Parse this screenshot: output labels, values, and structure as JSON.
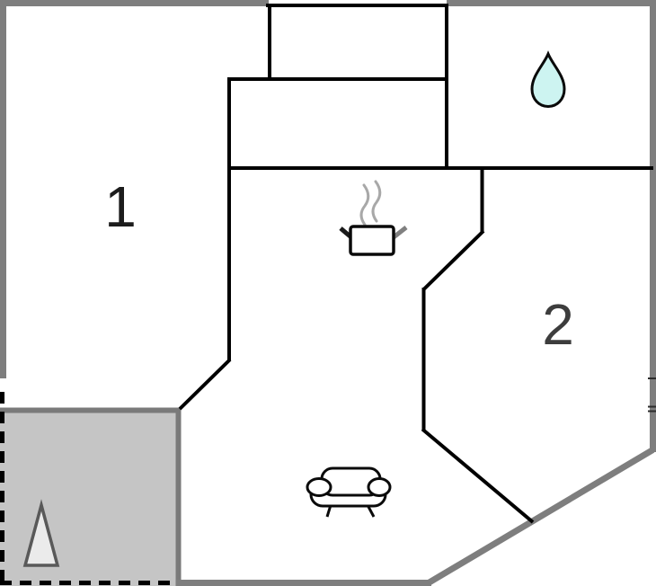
{
  "floorplan": {
    "type": "floor-plan",
    "rooms": [
      {
        "id": "room-1",
        "label": "1"
      },
      {
        "id": "room-2",
        "label": "2"
      }
    ],
    "areas": [
      {
        "id": "terrace",
        "style": "gray-dashed-area"
      }
    ],
    "icons": [
      {
        "name": "water-drop-icon",
        "location": "top-right-room"
      },
      {
        "name": "cooking-pot-icon",
        "location": "center-kitchen"
      },
      {
        "name": "sofa-icon",
        "location": "lower-center-living-area"
      },
      {
        "name": "tree-icon",
        "location": "terrace"
      }
    ]
  },
  "colors": {
    "wall_gray": "#7e7e7e",
    "wall_black": "#000000",
    "terrace_fill": "#c5c5c5",
    "terrace_border": "#7a7a7a",
    "drop_fill": "#cdf4f1",
    "tree_fill": "#ebebeb",
    "tree_stroke": "#595959",
    "label1_color": "#1c1c1c",
    "label2_color": "#3d3d3d",
    "steam_gray": "#a8a8a8",
    "pot_handle_gray": "#808080",
    "icon_stroke": "#0a0a0a"
  }
}
